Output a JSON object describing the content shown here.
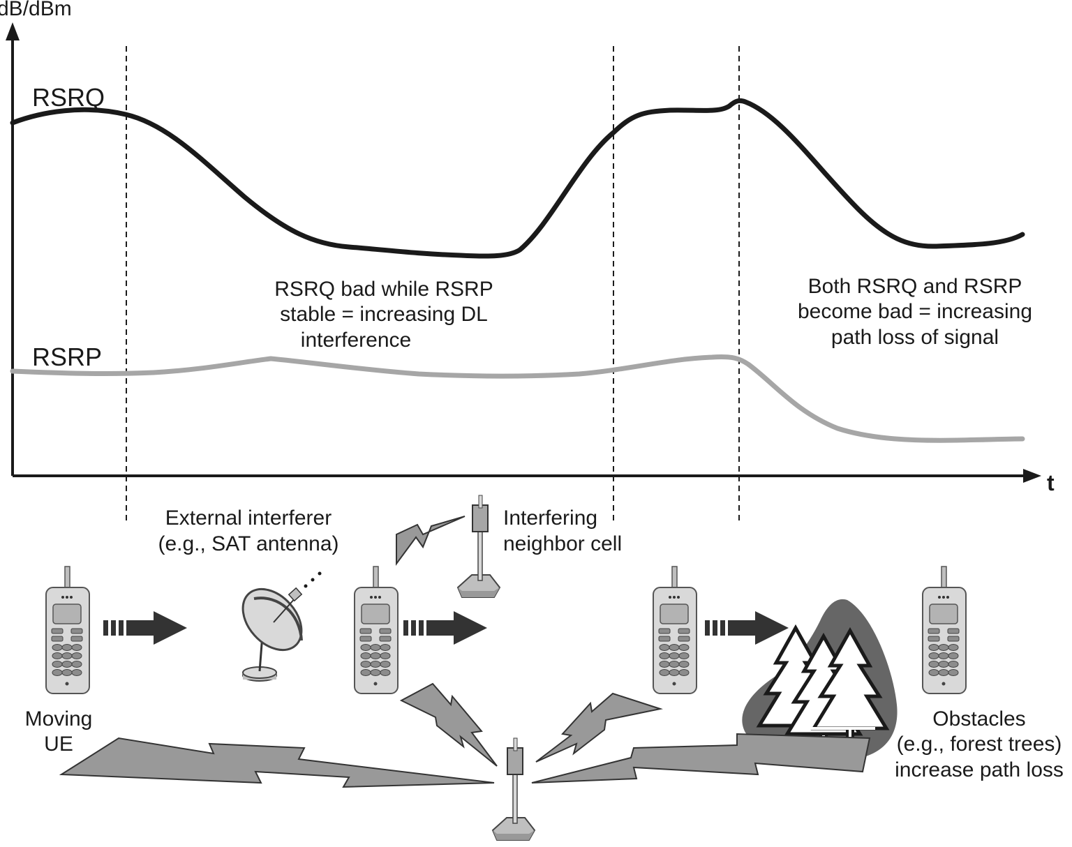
{
  "axes": {
    "y_label": "dB/dBm",
    "x_label": "t"
  },
  "curves": {
    "rsrq": {
      "label": "RSRQ",
      "color": "#1a1a1a"
    },
    "rsrp": {
      "label": "RSRP",
      "color": "#a6a6a6"
    }
  },
  "annotations": {
    "interference": [
      "RSRQ bad while RSRP",
      "stable = increasing DL",
      "interference"
    ],
    "pathloss": [
      "Both RSRQ and RSRP",
      "become bad = increasing",
      "path loss of signal"
    ]
  },
  "scene": {
    "moving_ue": [
      "Moving",
      "UE"
    ],
    "external_interferer": [
      "External interferer",
      "(e.g., SAT antenna)"
    ],
    "neighbor_cell": [
      "Interfering",
      "neighbor cell"
    ],
    "obstacles": [
      "Obstacles",
      "(e.g., forest trees)",
      "increase path loss"
    ]
  },
  "colors": {
    "phone_body": "#d9d9d9",
    "arrow": "#333333",
    "bolt": "#999999",
    "forest_blob": "#666666"
  }
}
